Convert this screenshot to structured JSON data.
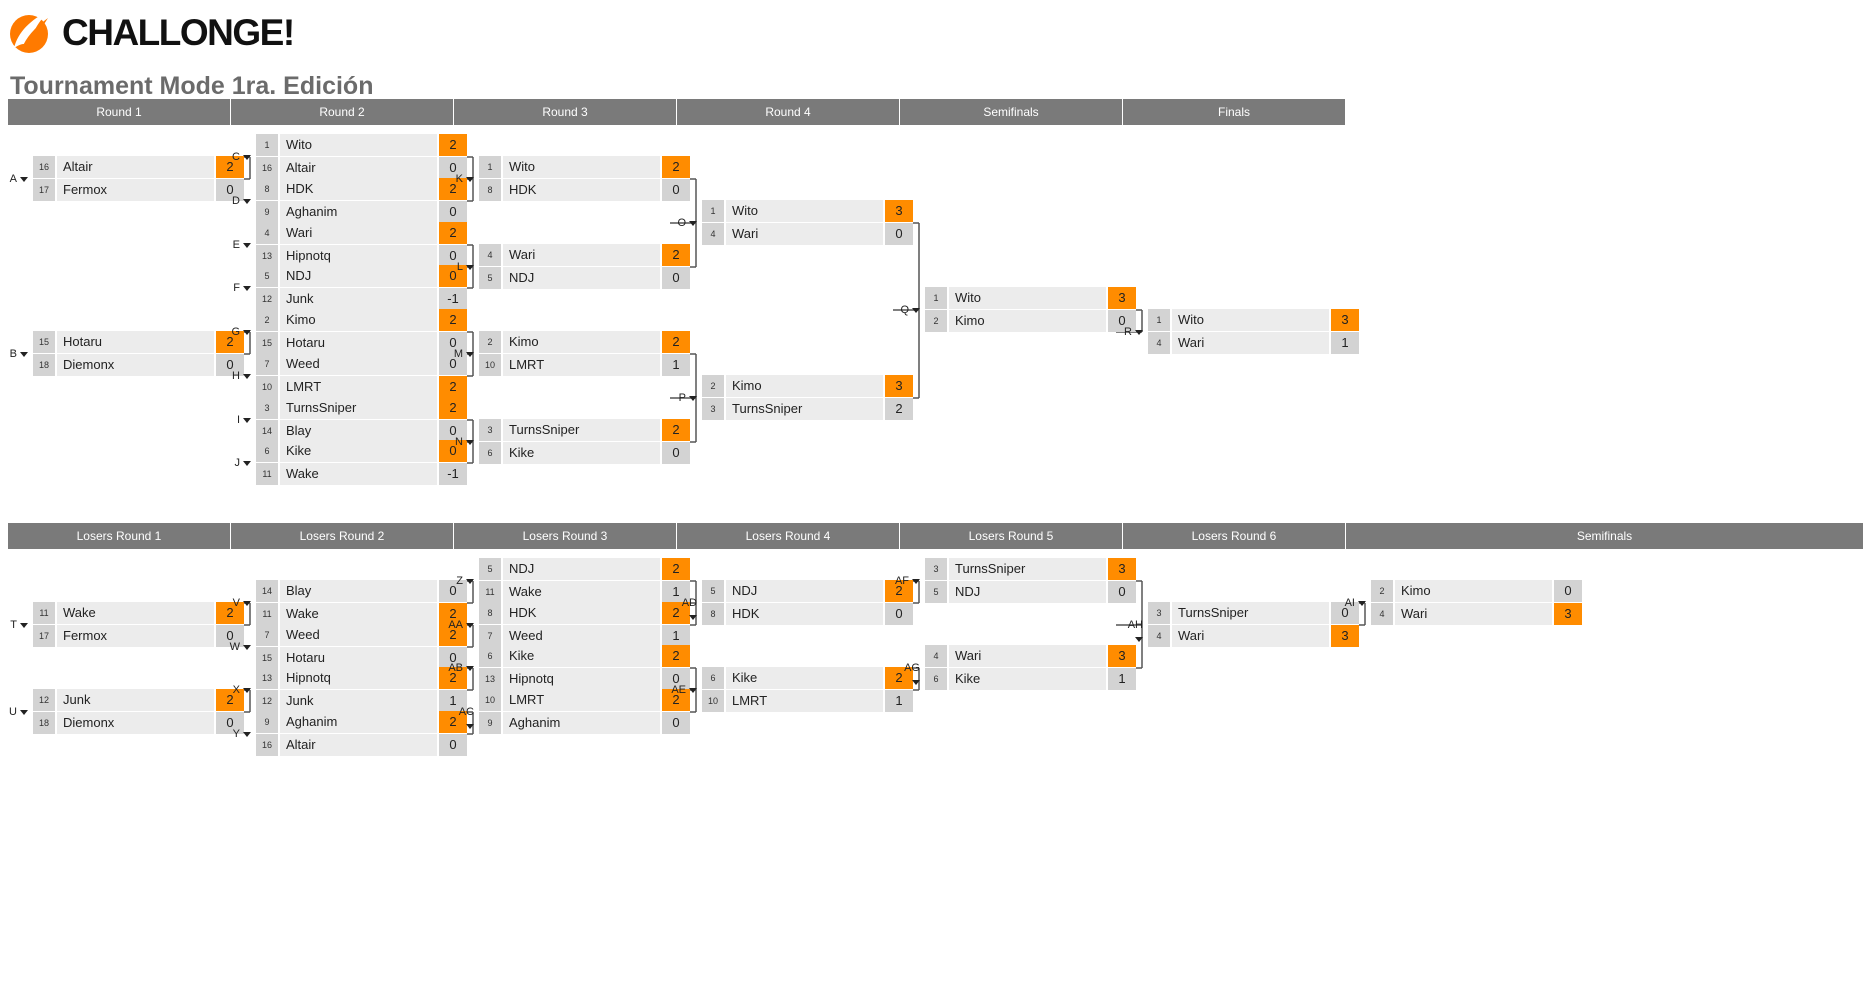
{
  "brand": {
    "name": "CHALLONGE!",
    "logo_icon": "challonge-flame-icon",
    "accent": "#ff7a00"
  },
  "tournament": {
    "title": "Tournament Mode 1ra. Edición"
  },
  "colors": {
    "header_bg": "#7a7a7a",
    "winner_score": "#ff8c00",
    "seed_bg": "#d3d3d3",
    "name_bg": "#ececec"
  },
  "winners_bracket": {
    "rounds": [
      "Round 1",
      "Round 2",
      "Round 3",
      "Round 4",
      "Semifinals",
      "Finals"
    ],
    "matches": [
      {
        "id": "A",
        "round": 0,
        "p": [
          {
            "seed": "16",
            "name": "Altair",
            "score": "2",
            "win": true
          },
          {
            "seed": "17",
            "name": "Fermox",
            "score": "0",
            "win": false
          }
        ]
      },
      {
        "id": "B",
        "round": 0,
        "p": [
          {
            "seed": "15",
            "name": "Hotaru",
            "score": "2",
            "win": true
          },
          {
            "seed": "18",
            "name": "Diemonx",
            "score": "0",
            "win": false
          }
        ]
      },
      {
        "id": "C",
        "round": 1,
        "p": [
          {
            "seed": "1",
            "name": "Wito",
            "score": "2",
            "win": true
          },
          {
            "seed": "16",
            "name": "Altair",
            "score": "0",
            "win": false
          }
        ]
      },
      {
        "id": "D",
        "round": 1,
        "p": [
          {
            "seed": "8",
            "name": "HDK",
            "score": "2",
            "win": true
          },
          {
            "seed": "9",
            "name": "Aghanim",
            "score": "0",
            "win": false
          }
        ]
      },
      {
        "id": "E",
        "round": 1,
        "p": [
          {
            "seed": "4",
            "name": "Wari",
            "score": "2",
            "win": true
          },
          {
            "seed": "13",
            "name": "Hipnotq",
            "score": "0",
            "win": false
          }
        ]
      },
      {
        "id": "F",
        "round": 1,
        "p": [
          {
            "seed": "5",
            "name": "NDJ",
            "score": "0",
            "win": true
          },
          {
            "seed": "12",
            "name": "Junk",
            "score": "-1",
            "win": false
          }
        ]
      },
      {
        "id": "G",
        "round": 1,
        "p": [
          {
            "seed": "2",
            "name": "Kimo",
            "score": "2",
            "win": true
          },
          {
            "seed": "15",
            "name": "Hotaru",
            "score": "0",
            "win": false
          }
        ]
      },
      {
        "id": "H",
        "round": 1,
        "p": [
          {
            "seed": "7",
            "name": "Weed",
            "score": "0",
            "win": false
          },
          {
            "seed": "10",
            "name": "LMRT",
            "score": "2",
            "win": true
          }
        ]
      },
      {
        "id": "I",
        "round": 1,
        "p": [
          {
            "seed": "3",
            "name": "TurnsSniper",
            "score": "2",
            "win": true
          },
          {
            "seed": "14",
            "name": "Blay",
            "score": "0",
            "win": false
          }
        ]
      },
      {
        "id": "J",
        "round": 1,
        "p": [
          {
            "seed": "6",
            "name": "Kike",
            "score": "0",
            "win": true
          },
          {
            "seed": "11",
            "name": "Wake",
            "score": "-1",
            "win": false
          }
        ]
      },
      {
        "id": "K",
        "round": 2,
        "p": [
          {
            "seed": "1",
            "name": "Wito",
            "score": "2",
            "win": true
          },
          {
            "seed": "8",
            "name": "HDK",
            "score": "0",
            "win": false
          }
        ]
      },
      {
        "id": "L",
        "round": 2,
        "p": [
          {
            "seed": "4",
            "name": "Wari",
            "score": "2",
            "win": true
          },
          {
            "seed": "5",
            "name": "NDJ",
            "score": "0",
            "win": false
          }
        ]
      },
      {
        "id": "M",
        "round": 2,
        "p": [
          {
            "seed": "2",
            "name": "Kimo",
            "score": "2",
            "win": true
          },
          {
            "seed": "10",
            "name": "LMRT",
            "score": "1",
            "win": false
          }
        ]
      },
      {
        "id": "N",
        "round": 2,
        "p": [
          {
            "seed": "3",
            "name": "TurnsSniper",
            "score": "2",
            "win": true
          },
          {
            "seed": "6",
            "name": "Kike",
            "score": "0",
            "win": false
          }
        ]
      },
      {
        "id": "O",
        "round": 3,
        "p": [
          {
            "seed": "1",
            "name": "Wito",
            "score": "3",
            "win": true
          },
          {
            "seed": "4",
            "name": "Wari",
            "score": "0",
            "win": false
          }
        ]
      },
      {
        "id": "P",
        "round": 3,
        "p": [
          {
            "seed": "2",
            "name": "Kimo",
            "score": "3",
            "win": true
          },
          {
            "seed": "3",
            "name": "TurnsSniper",
            "score": "2",
            "win": false
          }
        ]
      },
      {
        "id": "Q",
        "round": 4,
        "p": [
          {
            "seed": "1",
            "name": "Wito",
            "score": "3",
            "win": true
          },
          {
            "seed": "2",
            "name": "Kimo",
            "score": "0",
            "win": false
          }
        ]
      },
      {
        "id": "R",
        "round": 5,
        "p": [
          {
            "seed": "1",
            "name": "Wito",
            "score": "3",
            "win": true
          },
          {
            "seed": "4",
            "name": "Wari",
            "score": "1",
            "win": false
          }
        ]
      }
    ]
  },
  "losers_bracket": {
    "rounds": [
      "Losers Round 1",
      "Losers Round 2",
      "Losers Round 3",
      "Losers Round 4",
      "Losers Round 5",
      "Losers Round 6",
      "Semifinals"
    ],
    "matches": [
      {
        "id": "T",
        "round": 0,
        "p": [
          {
            "seed": "11",
            "name": "Wake",
            "score": "2",
            "win": true
          },
          {
            "seed": "17",
            "name": "Fermox",
            "score": "0",
            "win": false
          }
        ]
      },
      {
        "id": "U",
        "round": 0,
        "p": [
          {
            "seed": "12",
            "name": "Junk",
            "score": "2",
            "win": true
          },
          {
            "seed": "18",
            "name": "Diemonx",
            "score": "0",
            "win": false
          }
        ]
      },
      {
        "id": "V",
        "round": 1,
        "p": [
          {
            "seed": "14",
            "name": "Blay",
            "score": "0",
            "win": false
          },
          {
            "seed": "11",
            "name": "Wake",
            "score": "2",
            "win": true
          }
        ]
      },
      {
        "id": "W",
        "round": 1,
        "p": [
          {
            "seed": "7",
            "name": "Weed",
            "score": "2",
            "win": true
          },
          {
            "seed": "15",
            "name": "Hotaru",
            "score": "0",
            "win": false
          }
        ]
      },
      {
        "id": "X",
        "round": 1,
        "p": [
          {
            "seed": "13",
            "name": "Hipnotq",
            "score": "2",
            "win": true
          },
          {
            "seed": "12",
            "name": "Junk",
            "score": "1",
            "win": false
          }
        ]
      },
      {
        "id": "Y",
        "round": 1,
        "p": [
          {
            "seed": "9",
            "name": "Aghanim",
            "score": "2",
            "win": true
          },
          {
            "seed": "16",
            "name": "Altair",
            "score": "0",
            "win": false
          }
        ]
      },
      {
        "id": "Z",
        "round": 2,
        "p": [
          {
            "seed": "5",
            "name": "NDJ",
            "score": "2",
            "win": true
          },
          {
            "seed": "11",
            "name": "Wake",
            "score": "1",
            "win": false
          }
        ]
      },
      {
        "id": "AA",
        "round": 2,
        "p": [
          {
            "seed": "8",
            "name": "HDK",
            "score": "2",
            "win": true
          },
          {
            "seed": "7",
            "name": "Weed",
            "score": "1",
            "win": false
          }
        ]
      },
      {
        "id": "AB",
        "round": 2,
        "p": [
          {
            "seed": "6",
            "name": "Kike",
            "score": "2",
            "win": true
          },
          {
            "seed": "13",
            "name": "Hipnotq",
            "score": "0",
            "win": false
          }
        ]
      },
      {
        "id": "AC",
        "round": 2,
        "p": [
          {
            "seed": "10",
            "name": "LMRT",
            "score": "2",
            "win": true
          },
          {
            "seed": "9",
            "name": "Aghanim",
            "score": "0",
            "win": false
          }
        ]
      },
      {
        "id": "AD",
        "round": 3,
        "p": [
          {
            "seed": "5",
            "name": "NDJ",
            "score": "2",
            "win": true
          },
          {
            "seed": "8",
            "name": "HDK",
            "score": "0",
            "win": false
          }
        ]
      },
      {
        "id": "AE",
        "round": 3,
        "p": [
          {
            "seed": "6",
            "name": "Kike",
            "score": "2",
            "win": true
          },
          {
            "seed": "10",
            "name": "LMRT",
            "score": "1",
            "win": false
          }
        ]
      },
      {
        "id": "AF",
        "round": 4,
        "p": [
          {
            "seed": "3",
            "name": "TurnsSniper",
            "score": "3",
            "win": true
          },
          {
            "seed": "5",
            "name": "NDJ",
            "score": "0",
            "win": false
          }
        ]
      },
      {
        "id": "AG",
        "round": 4,
        "p": [
          {
            "seed": "4",
            "name": "Wari",
            "score": "3",
            "win": true
          },
          {
            "seed": "6",
            "name": "Kike",
            "score": "1",
            "win": false
          }
        ]
      },
      {
        "id": "AH",
        "round": 5,
        "p": [
          {
            "seed": "3",
            "name": "TurnsSniper",
            "score": "0",
            "win": false
          },
          {
            "seed": "4",
            "name": "Wari",
            "score": "3",
            "win": true
          }
        ]
      },
      {
        "id": "AI",
        "round": 6,
        "p": [
          {
            "seed": "2",
            "name": "Kimo",
            "score": "0",
            "win": false
          },
          {
            "seed": "4",
            "name": "Wari",
            "score": "3",
            "win": true
          }
        ]
      }
    ]
  }
}
